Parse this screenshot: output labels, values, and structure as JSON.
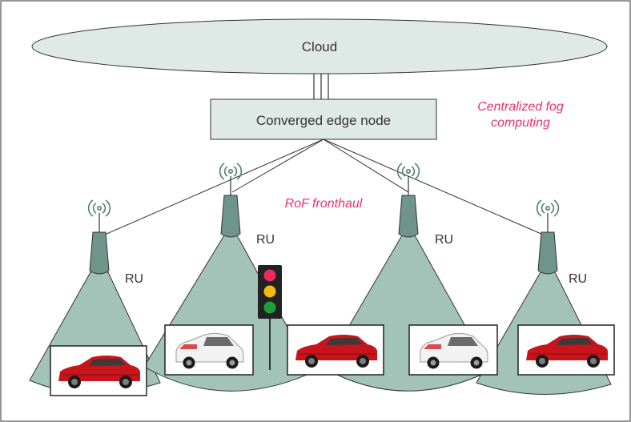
{
  "cloud_label": "Cloud",
  "edge_node_label": "Converged edge node",
  "annotation_centralized": [
    "Centralized fog",
    "computing"
  ],
  "annotation_fronthaul": "RoF fronthaul",
  "ru_labels": [
    "RU",
    "RU",
    "RU",
    "RU"
  ],
  "colors": {
    "cloud_fill": "#dfe9e6",
    "node_fill": "#dfe9e6",
    "coverage_fill": "#a3c3b9",
    "antenna_fill": "#6f958b",
    "annotation": "#e8326a",
    "red_car": "#c8141b",
    "light_red": "#ec2a5c",
    "light_yellow": "#f2b90f",
    "light_green": "#1f9e3a"
  },
  "icons": [
    "wireless-antenna-icon",
    "red-car-icon",
    "white-car-icon",
    "traffic-light-icon"
  ]
}
